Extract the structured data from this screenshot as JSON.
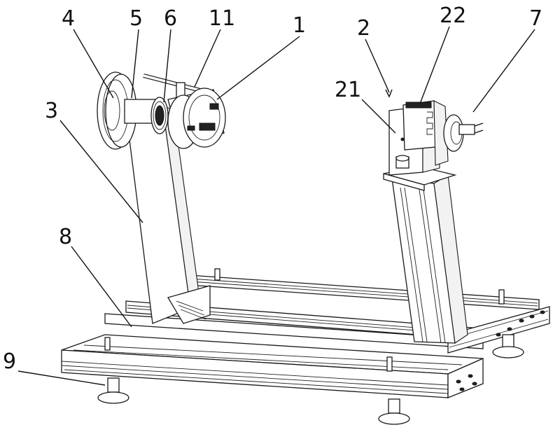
{
  "figure": {
    "labels": [
      {
        "id": "label-4",
        "text": "4"
      },
      {
        "id": "label-5",
        "text": "5"
      },
      {
        "id": "label-6",
        "text": "6"
      },
      {
        "id": "label-11",
        "text": "11"
      },
      {
        "id": "label-1",
        "text": "1"
      },
      {
        "id": "label-2",
        "text": "2"
      },
      {
        "id": "label-22",
        "text": "22"
      },
      {
        "id": "label-7",
        "text": "7"
      },
      {
        "id": "label-21",
        "text": "21"
      },
      {
        "id": "label-3",
        "text": "3"
      },
      {
        "id": "label-8",
        "text": "8"
      },
      {
        "id": "label-9",
        "text": "9"
      }
    ]
  }
}
